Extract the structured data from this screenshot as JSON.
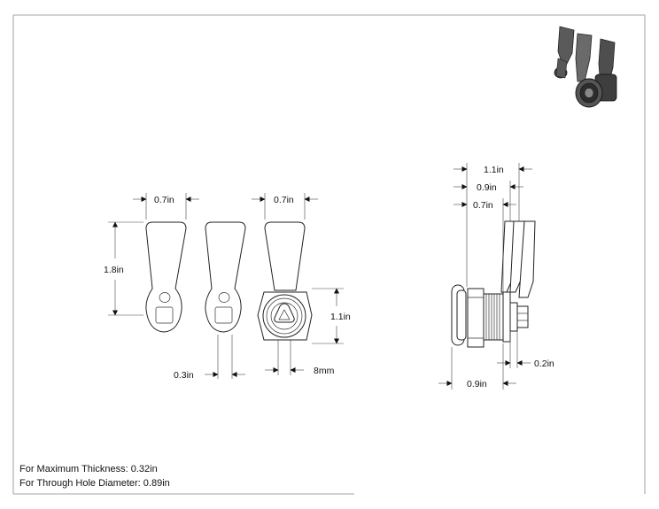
{
  "dimensions": {
    "left_width_1": "0.7in",
    "left_width_2": "0.7in",
    "handle_length": "1.8in",
    "body_height": "1.1in",
    "slot_width": "0.3in",
    "drive_size": "8mm",
    "side_overall": "1.1in",
    "side_mid": "0.9in",
    "side_inner": "0.7in",
    "side_stud": "0.2in",
    "side_bottom": "0.9in"
  },
  "notes": {
    "max_thickness": "For Maximum Thickness: 0.32in",
    "through_hole": "For Through Hole Diameter: 0.89in"
  },
  "icons": {
    "thumbnail": "cam-lock-3d-thumbnail-icon"
  }
}
